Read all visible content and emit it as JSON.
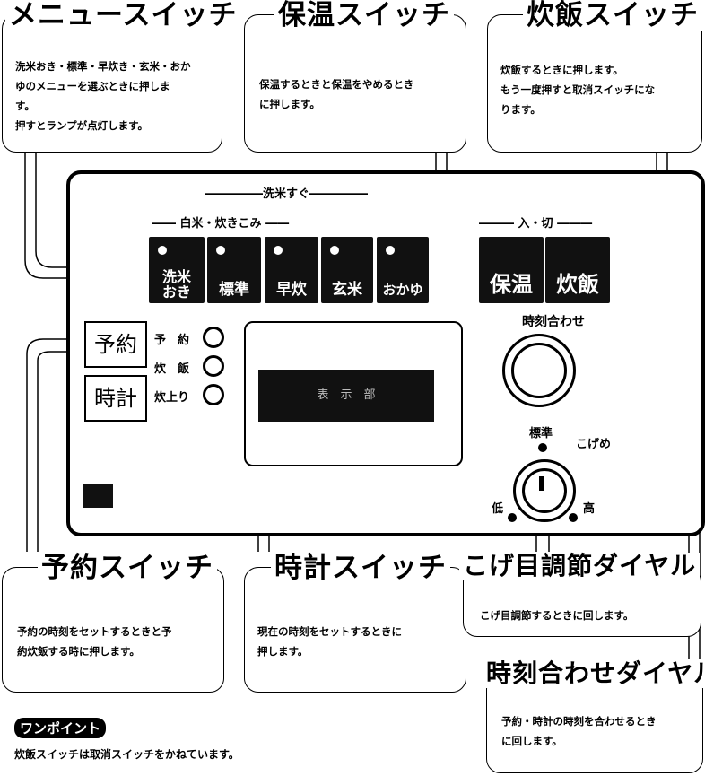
{
  "boxes": {
    "menu": {
      "title": "メニュースイッチ",
      "lines": [
        "洗米おき・標準・早炊き・玄米・おか",
        "ゆのメニューを選ぶときに押しま",
        "す。",
        "押すとランプが点灯します。"
      ]
    },
    "keepwarm": {
      "title": "保温スイッチ",
      "lines": [
        "保温するときと保温をやめるとき",
        "に押します。"
      ]
    },
    "cook": {
      "title": "炊飯スイッチ",
      "lines": [
        "炊飯するときに押します。",
        "もう一度押すと取消スイッチにな",
        "ります。"
      ]
    },
    "reserve": {
      "title": "予約スイッチ",
      "lines": [
        "予約の時刻をセットするときと予",
        "約炊飯する時に押します。"
      ]
    },
    "clock": {
      "title": "時計スイッチ",
      "lines": [
        "現在の時刻をセットするときに",
        "押します。"
      ]
    },
    "crust": {
      "title": "こげ目調節ダイヤル",
      "lines": [
        "こげ目調節するときに回します。"
      ]
    },
    "time_dial": {
      "title": "時刻合わせダイヤル",
      "lines": [
        "予約・時計の時刻を合わせるとき",
        "に回します。"
      ]
    }
  },
  "panel": {
    "musenmai_label": "洗米すぐ",
    "hakumai_label": "白米・炊きこみ",
    "onoff_label": "入・切",
    "menu_keys": [
      {
        "label_line1": "洗米",
        "label_line2": "おき"
      },
      {
        "label_line1": "標準",
        "label_line2": ""
      },
      {
        "label_line1": "早炊",
        "label_line2": ""
      },
      {
        "label_line1": "玄米",
        "label_line2": ""
      },
      {
        "label_line1": "おかゆ",
        "label_line2": ""
      }
    ],
    "keepwarm_key": "保温",
    "cook_key": "炊飯",
    "reserve_key": "予約",
    "clock_key": "時計",
    "lamps": [
      "予　約",
      "炊　飯",
      "炊上り"
    ],
    "display_label": "表　示　部",
    "time_dial_label": "時刻合わせ",
    "crust_dial": {
      "standard": "標準",
      "crust": "こげめ",
      "low": "低",
      "high": "高"
    }
  },
  "one_point": {
    "heading": "ワンポイント",
    "text": "炊飯スイッチは取消スイッチをかねています。"
  }
}
